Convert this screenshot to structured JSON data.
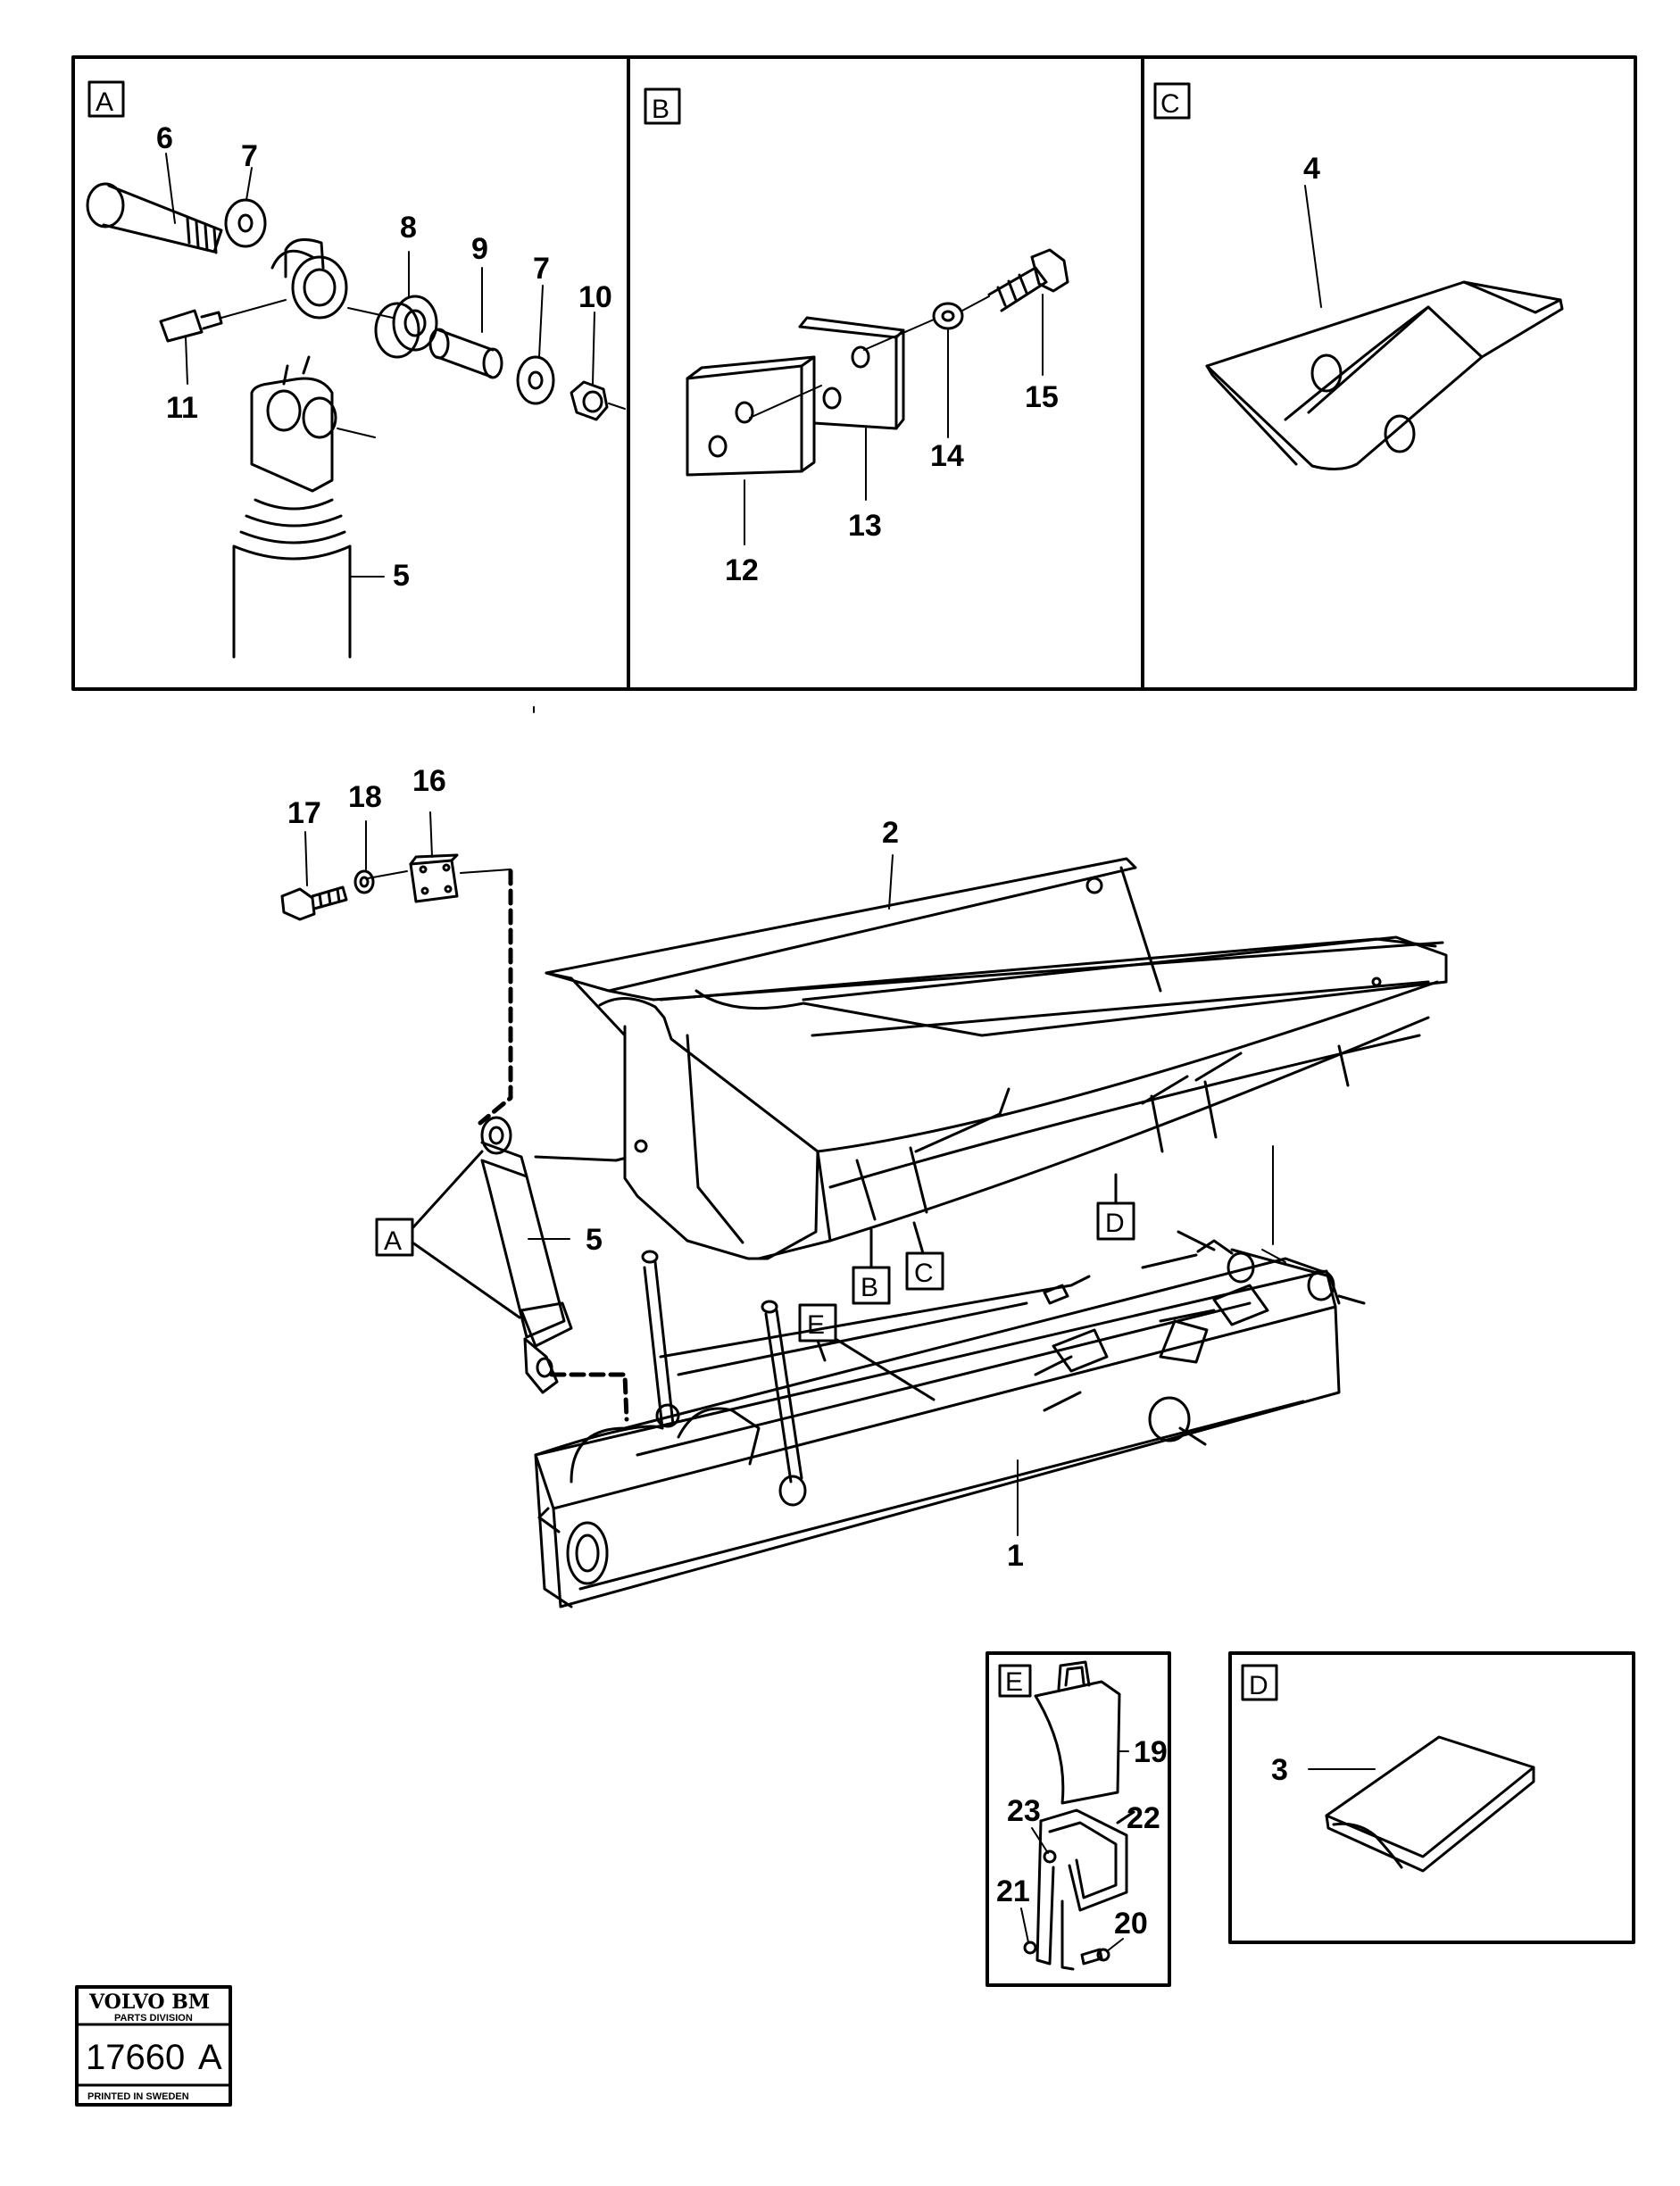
{
  "panels": {
    "A": {
      "tag": "A",
      "callouts": {
        "c6": "6",
        "c7a": "7",
        "c8": "8",
        "c9": "9",
        "c7b": "7",
        "c10": "10",
        "c11": "11",
        "c5": "5"
      }
    },
    "B": {
      "tag": "B",
      "callouts": {
        "c12": "12",
        "c13": "13",
        "c14": "14",
        "c15": "15"
      }
    },
    "C": {
      "tag": "C",
      "callouts": {
        "c4": "4"
      }
    },
    "E": {
      "tag": "E",
      "callouts": {
        "c19": "19",
        "c22": "22",
        "c23": "23",
        "c21": "21",
        "c20": "20"
      }
    },
    "D": {
      "tag": "D",
      "callouts": {
        "c3": "3"
      }
    }
  },
  "main": {
    "callouts": {
      "c17": "17",
      "c18": "18",
      "c16": "16",
      "c2": "2",
      "c5": "5",
      "c1": "1"
    },
    "refs": {
      "A": "A",
      "B": "B",
      "C": "C",
      "D": "D",
      "E": "E"
    }
  },
  "stamp": {
    "brand": "VOLVO BM",
    "division": "PARTS DIVISION",
    "number": "17660",
    "suffix": "A",
    "printed": "PRINTED IN SWEDEN"
  },
  "colors": {
    "ink": "#000000",
    "paper": "#ffffff"
  }
}
